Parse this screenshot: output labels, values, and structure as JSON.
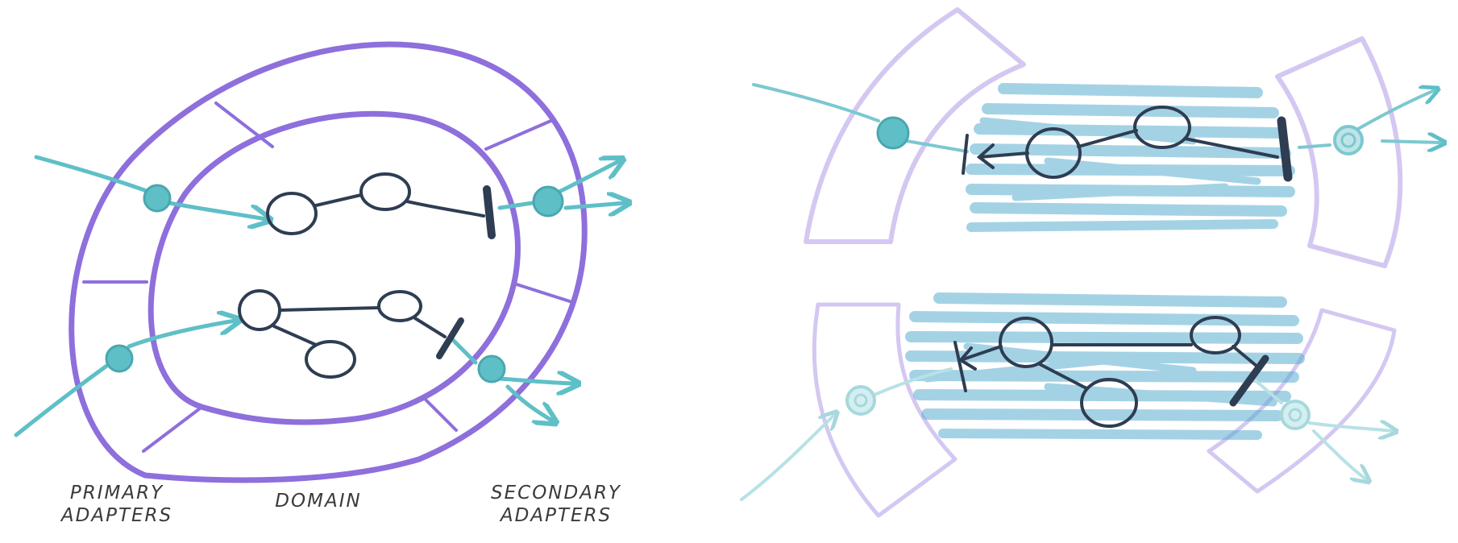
{
  "labels": {
    "primary_line1": "PRIMARY",
    "primary_line2": "ADAPTERS",
    "domain": "DOMAIN",
    "secondary_line1": "SECONDARY",
    "secondary_line2": "ADAPTERS"
  },
  "colors": {
    "adapter_ring": "#8e6fdc",
    "adapter_ring_faded": "#d4c8f2",
    "port_teal": "#5fbfc7",
    "port_teal_faded": "#b7e1e5",
    "domain_ink": "#2e3d52",
    "domain_fill": "#5aaed0",
    "label_ink": "#3a3a3a"
  }
}
